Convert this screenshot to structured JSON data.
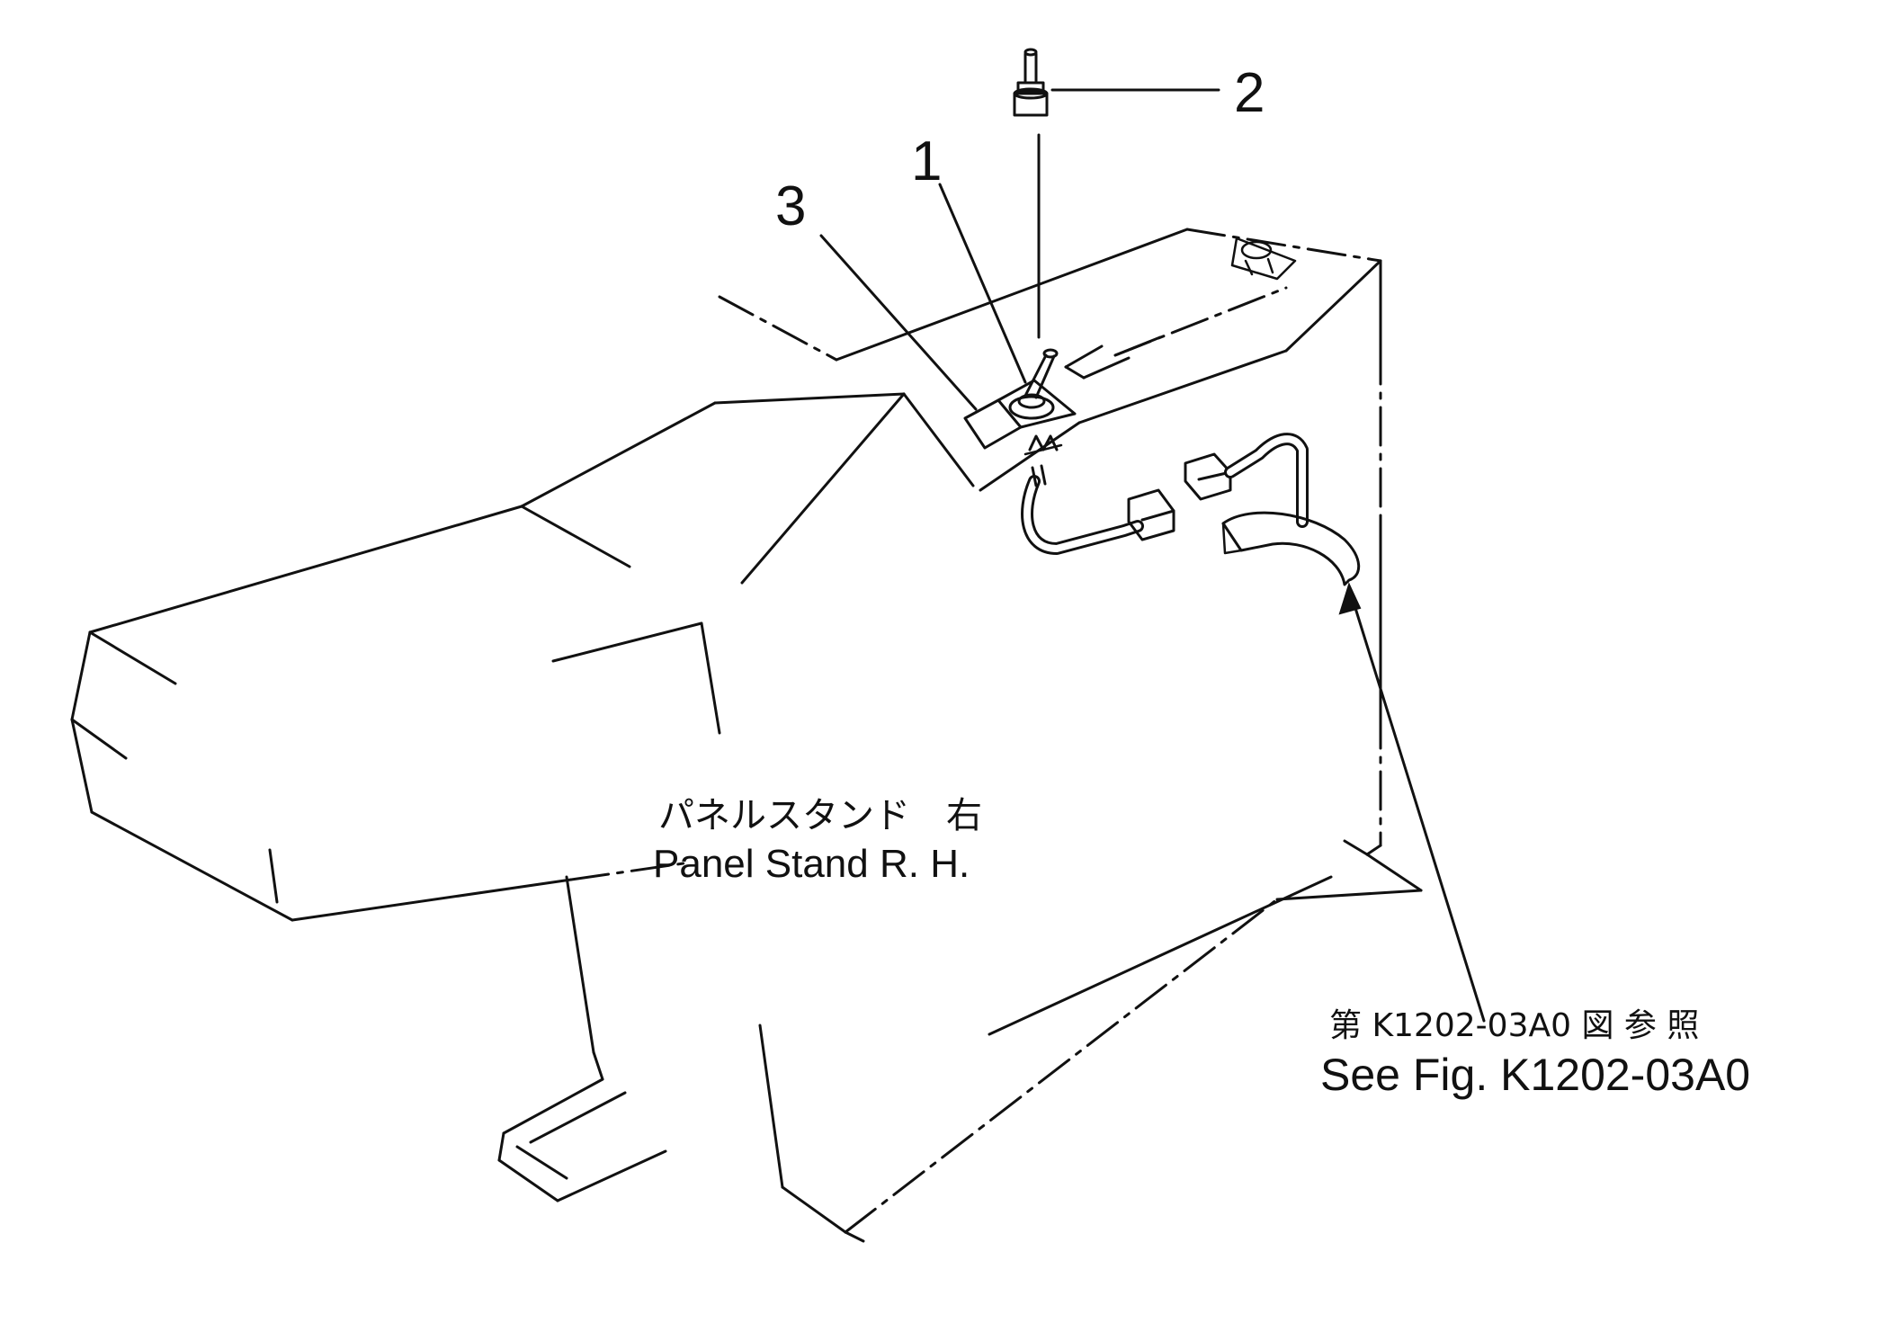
{
  "callouts": [
    {
      "number": "1",
      "part": "toggle-switch"
    },
    {
      "number": "2",
      "part": "switch-knob"
    },
    {
      "number": "3",
      "part": "switch-plate"
    }
  ],
  "panel_label": {
    "japanese": "パネルスタンド　右",
    "english": "Panel Stand R. H."
  },
  "reference_note": {
    "japanese": "第 K1202-03A0 図 参 照",
    "english": "See Fig. K1202-03A0"
  }
}
